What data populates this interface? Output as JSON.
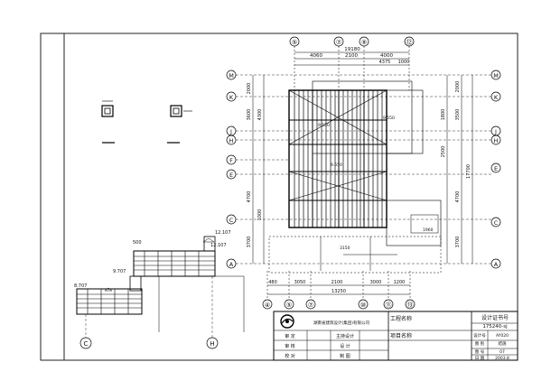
{
  "grid": {
    "top_labels": [
      "⑤",
      "⑦",
      "⑨",
      "⑫"
    ],
    "bottom_labels": [
      "④",
      "⑤",
      "⑦",
      "⑩",
      "⑪",
      "⑬"
    ],
    "left_labels": [
      "M",
      "K",
      "J",
      "H",
      "F",
      "E",
      "C",
      "A"
    ],
    "right_labels": [
      "M",
      "K",
      "J",
      "H",
      "E",
      "C",
      "A"
    ],
    "bottom_elev_labels": [
      "C",
      "H"
    ]
  },
  "dims": {
    "top_total": "19180",
    "top_segs": [
      "4060",
      "2100",
      "4000"
    ],
    "top_sub": [
      "4375",
      "1000"
    ],
    "bottom_segs": [
      "480",
      "3050",
      "2100",
      "3000",
      "1200"
    ],
    "bottom_total": "13250",
    "left_segs": [
      "2000",
      "3600",
      "4300",
      "4700",
      "3700",
      "1000"
    ],
    "right_segs": [
      "2000",
      "1800",
      "3500",
      "4700",
      "3700",
      "2500"
    ],
    "right_total": "17700",
    "inner": [
      "9.550",
      "9.550",
      "9.550",
      "3150",
      "1960"
    ]
  },
  "elevation": {
    "labels": [
      "12.107",
      "9.707",
      "8.707",
      "12.107",
      "500"
    ]
  },
  "title_block": {
    "company_en": "湖南省建筑设计(集团)有限公司",
    "project_name_label": "工程名称",
    "item_name_label": "项目名称",
    "cert_label": "设计证书号",
    "cert_no": "175240-sj",
    "design_no_label": "设计号",
    "design_no": "AY020",
    "row1": [
      "审 定",
      "主持设计"
    ],
    "row2": [
      "审 核",
      "设 计"
    ],
    "row3": [
      "校 对",
      "制 图"
    ],
    "stage_label": "图 别",
    "stage": "结施",
    "sheet_label": "图 号",
    "sheet": "07",
    "date_label": "日 期",
    "date": "2003.8"
  }
}
